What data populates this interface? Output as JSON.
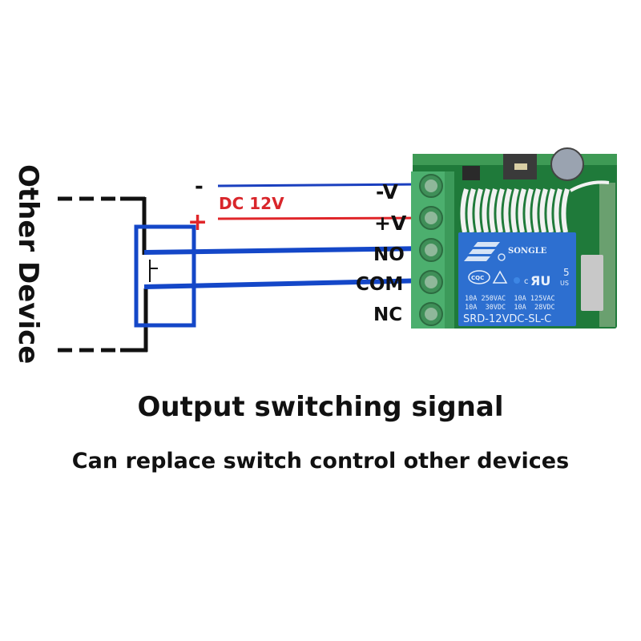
{
  "device_label": "Other Device",
  "power": {
    "label": "DC 12V",
    "minus_symbol": "-",
    "plus_symbol": "+"
  },
  "terminals": [
    {
      "label": "-V",
      "wire_color": "#1a3fbf"
    },
    {
      "label": "+V",
      "wire_color": "#e0262a"
    },
    {
      "label": "NO",
      "wire_color": "#1447c8"
    },
    {
      "label": "COM",
      "wire_color": "#1447c8"
    },
    {
      "label": "NC",
      "wire_color": null
    }
  ],
  "relay": {
    "brand": "SONGLE",
    "rating_line_1": "10A 250VAC  10A 125VAC",
    "rating_line_2": "10A  30VDC  10A  28VDC",
    "model": "SRD-12VDC-SL-C",
    "cert_c": "c",
    "cert_us": "US",
    "cert_5": "5",
    "cqc": "CQC"
  },
  "captions": {
    "title": "Output switching signal",
    "subtitle": "Can replace switch control other devices"
  },
  "colors": {
    "wire_blue": "#1447c8",
    "wire_red": "#e0262a",
    "label_red": "#d9262b",
    "terminal_green": "#4caf6e",
    "pcb_green": "#1f7a3a",
    "relay_blue": "#2d6fd0",
    "antenna_white": "#f2f2f2",
    "black": "#111111"
  }
}
